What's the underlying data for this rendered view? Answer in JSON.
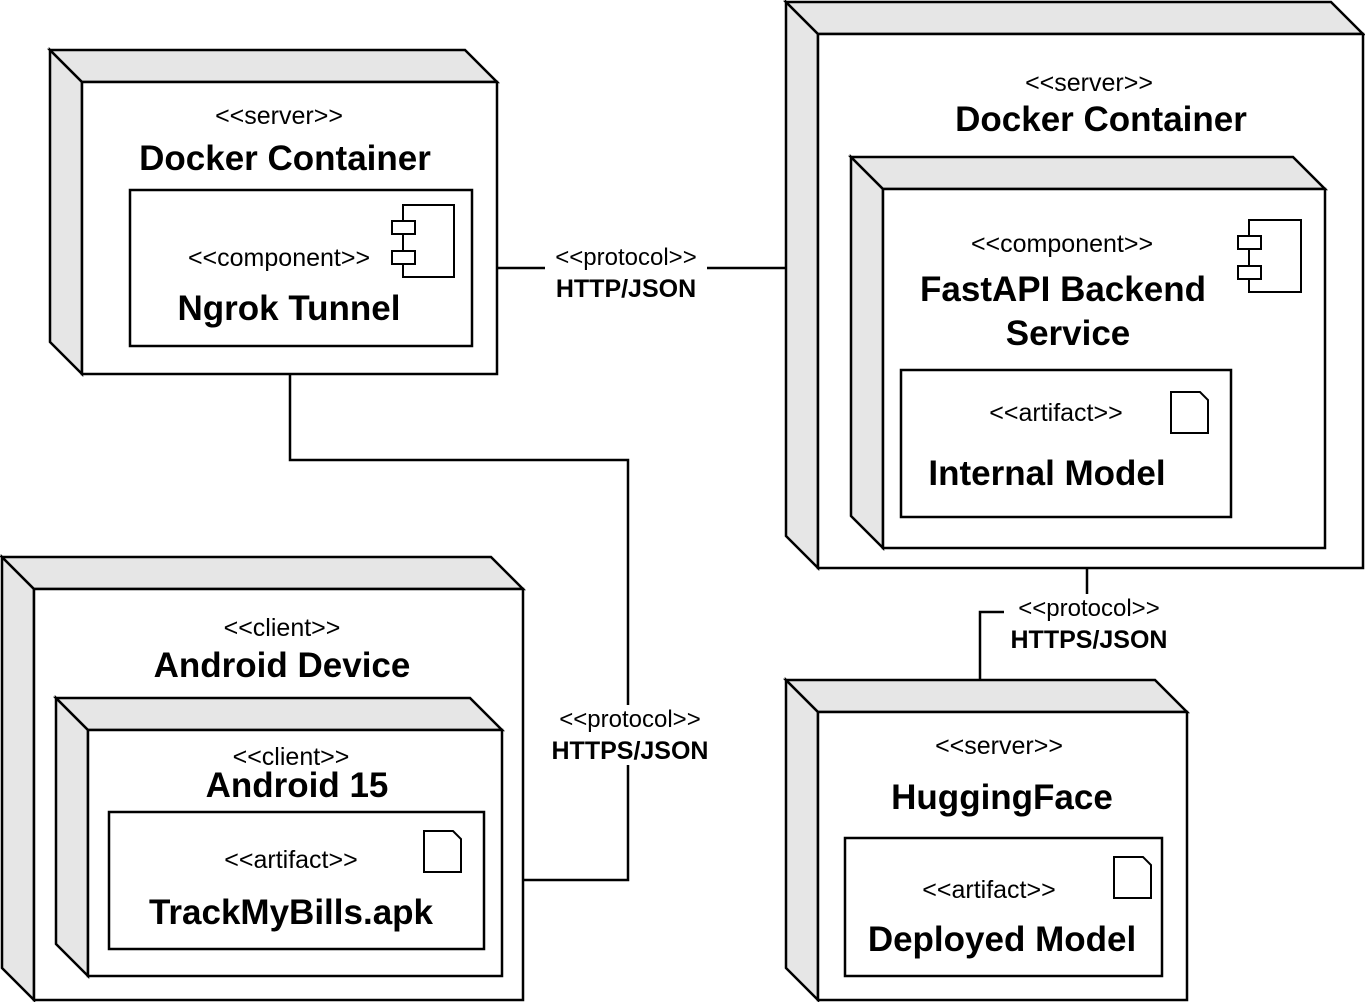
{
  "nodes": {
    "left_server": {
      "stereotype": "<<server>>",
      "title": "Docker Container",
      "component": {
        "stereotype": "<<component>>",
        "title": "Ngrok Tunnel",
        "icon": "component-icon"
      }
    },
    "right_server": {
      "stereotype": "<<server>>",
      "title": "Docker Container",
      "inner_node": {
        "stereotype": "<<component>>",
        "title_line1": "FastAPI Backend",
        "title_line2": "Service",
        "icon": "component-icon",
        "artifact": {
          "stereotype": "<<artifact>>",
          "title": "Internal Model",
          "icon": "document-icon"
        }
      }
    },
    "android_device": {
      "stereotype": "<<client>>",
      "title": "Android Device",
      "inner_node": {
        "stereotype": "<<client>>",
        "title": "Android 15",
        "artifact": {
          "stereotype": "<<artifact>>",
          "title": "TrackMyBills.apk",
          "icon": "document-icon"
        }
      }
    },
    "huggingface": {
      "stereotype": "<<server>>",
      "title": "HuggingFace",
      "artifact": {
        "stereotype": "<<artifact>>",
        "title": "Deployed Model",
        "icon": "document-icon"
      }
    }
  },
  "connections": {
    "tunnel_to_backend": {
      "stereotype": "<<protocol>>",
      "label": "HTTP/JSON"
    },
    "apk_to_tunnel": {
      "stereotype": "<<protocol>>",
      "label": "HTTPS/JSON"
    },
    "backend_to_huggingface": {
      "stereotype": "<<protocol>>",
      "label": "HTTPS/JSON"
    }
  }
}
